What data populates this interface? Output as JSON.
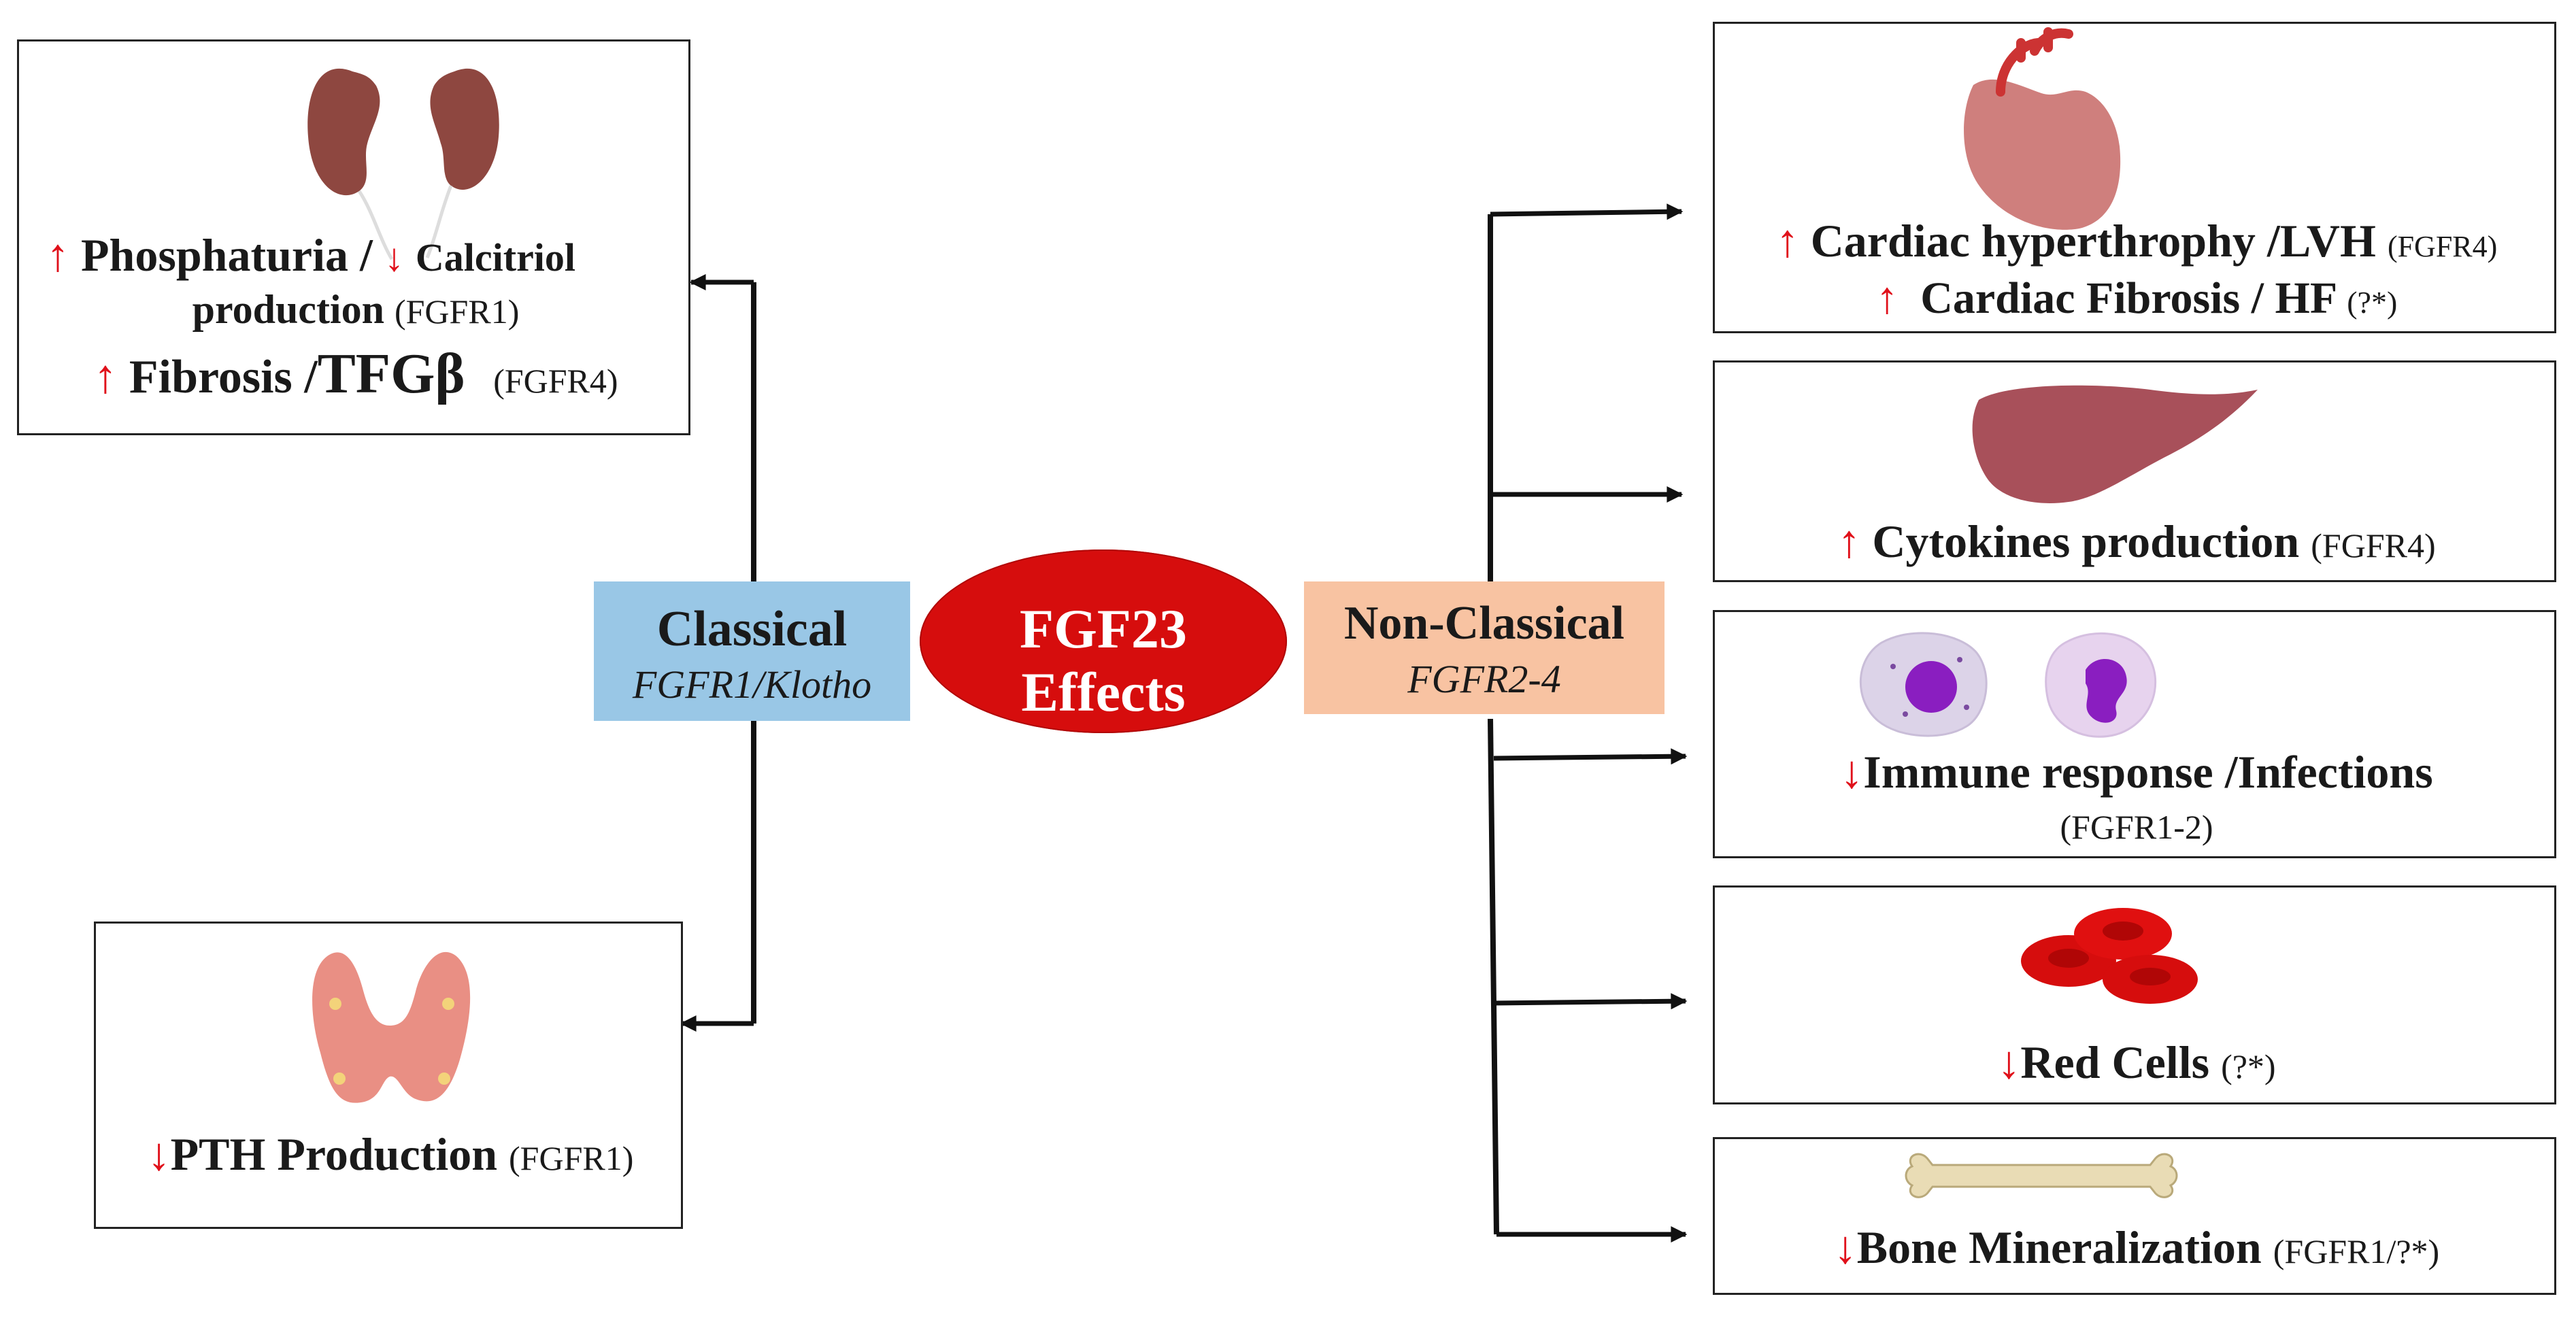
{
  "center": {
    "line1": "FGF23",
    "line2": "Effects"
  },
  "classical": {
    "title": "Classical",
    "subtitle": "FGFR1/Klotho"
  },
  "non_classical": {
    "title": "Non-Classical",
    "subtitle": "FGFR2-4"
  },
  "arrows": {
    "up": "↑",
    "down": "↓"
  },
  "kidney": {
    "line1_a": "Phosphaturia /",
    "line1_b": "Calcitriol",
    "line2_a": "production",
    "line2_b": "(FGFR1)",
    "line3_a": "Fibrosis /",
    "line3_b": "TFGβ",
    "line3_c": "(FGFR4)"
  },
  "parathyroid": {
    "label": "PTH Production",
    "receptor": "(FGFR1)"
  },
  "heart": {
    "line1": "Cardiac hyperthrophy /LVH",
    "line1_receptor": "(FGFR4)",
    "line2": "Cardiac Fibrosis / HF",
    "line2_receptor": "(?*)"
  },
  "liver": {
    "label": "Cytokines production",
    "receptor": "(FGFR4)"
  },
  "immune": {
    "label": "Immune response /Infections",
    "receptor": "(FGFR1-2)"
  },
  "red_cells": {
    "label": "Red Cells",
    "receptor": "(?*)"
  },
  "bone": {
    "label": "Bone Mineralization",
    "receptor": "(FGFR1/?*)"
  },
  "colors": {
    "ellipse": "#d60d0d",
    "classical_bg": "#99c7e6",
    "non_classical_bg": "#f8c3a2",
    "arrow_red": "#e0101a"
  }
}
